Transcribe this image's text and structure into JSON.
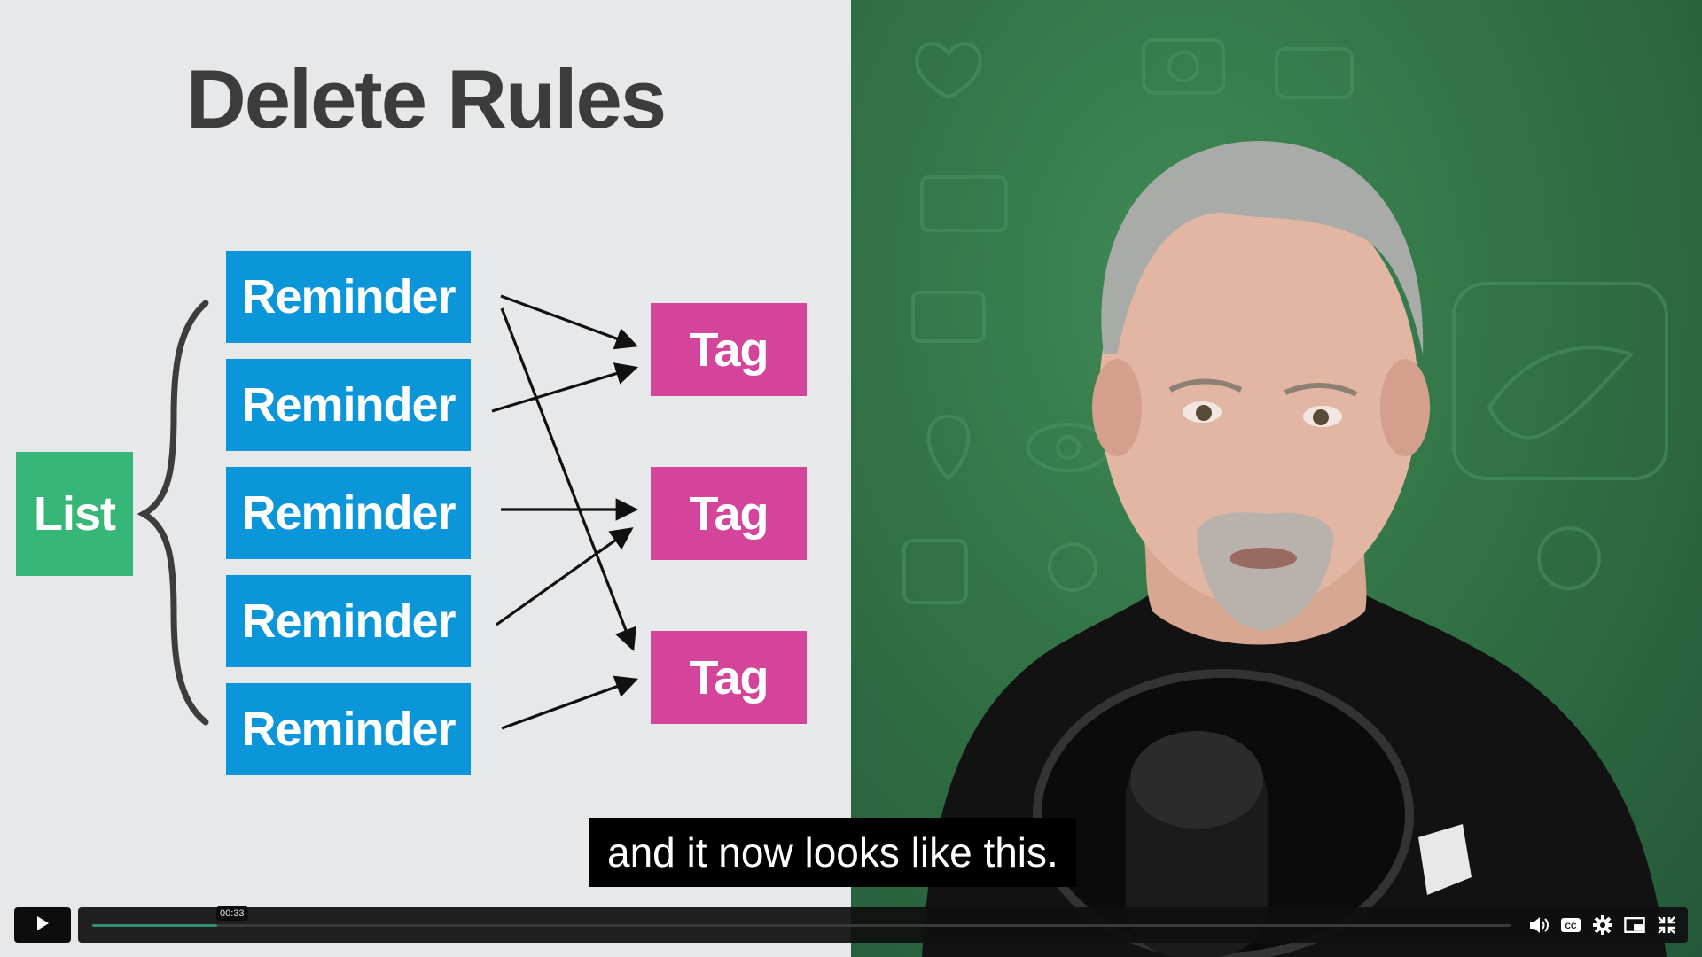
{
  "slide": {
    "title": "Delete Rules",
    "list_label": "List",
    "reminders": [
      "Reminder",
      "Reminder",
      "Reminder",
      "Reminder",
      "Reminder"
    ],
    "tags": [
      "Tag",
      "Tag",
      "Tag"
    ],
    "colors": {
      "list": "#36b777",
      "reminder": "#0a96d8",
      "tag": "#d3449a",
      "background": "#e6e8e9"
    }
  },
  "video": {
    "caption": "and it now looks like this."
  },
  "player": {
    "time_tooltip": "00:33",
    "progress_fraction": 0.088,
    "icons": [
      "play-icon",
      "volume-icon",
      "closed-captions-icon",
      "settings-gear-icon",
      "picture-in-picture-icon",
      "exit-fullscreen-icon"
    ],
    "accent": "#2e8f74"
  }
}
